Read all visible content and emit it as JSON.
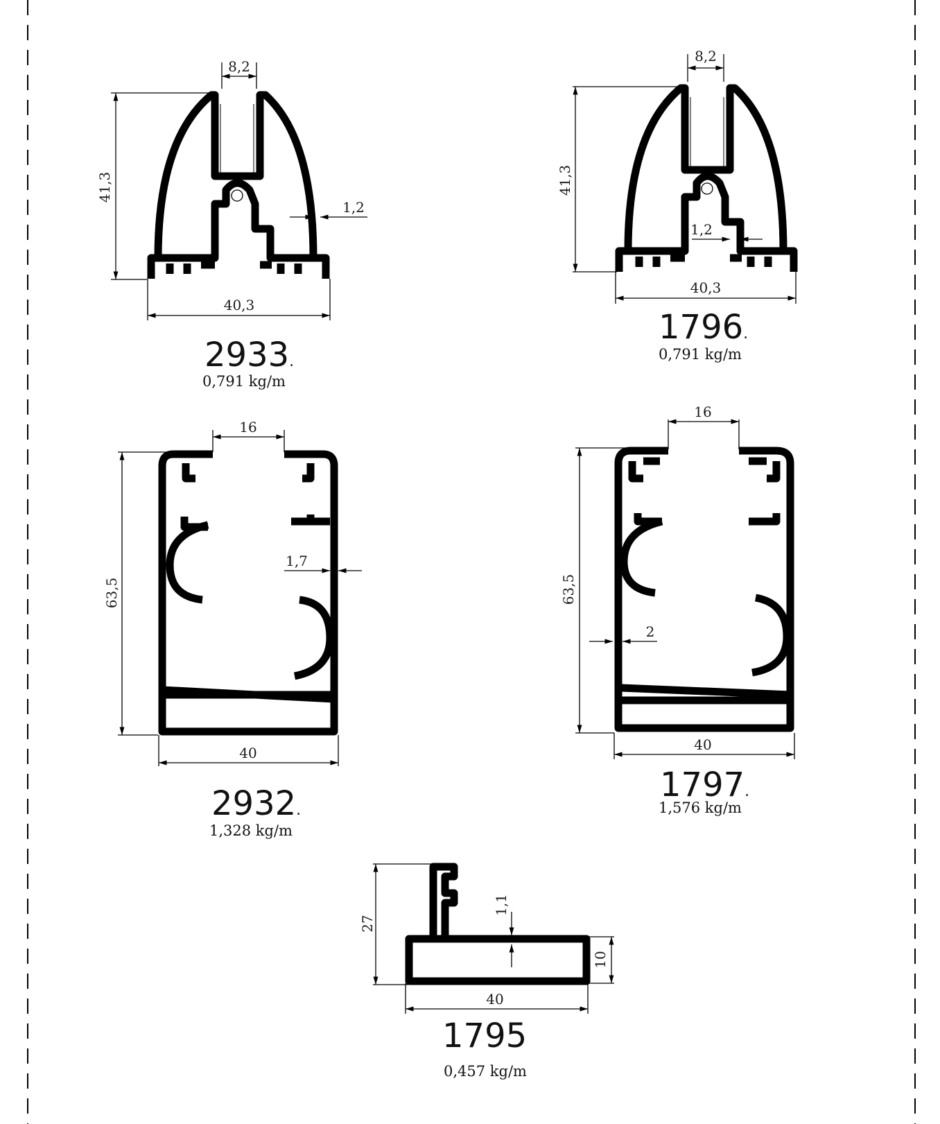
{
  "profiles": [
    {
      "code": "2933",
      "dot": ".",
      "weight": "0,791 kg/m",
      "width": "40,3",
      "height": "41,3",
      "slot": "8,2",
      "wall": "1,2"
    },
    {
      "code": "1796",
      "dot": ".",
      "weight": "0,791 kg/m",
      "width": "40,3",
      "height": "41,3",
      "slot": "8,2",
      "wall": "1,2"
    },
    {
      "code": "2932",
      "dot": ".",
      "weight": "1,328 kg/m",
      "width": "40",
      "height": "63,5",
      "slot": "16",
      "wall": "1,7"
    },
    {
      "code": "1797",
      "dot": ".",
      "weight": "1,576 kg/m",
      "width": "40",
      "height": "63,5",
      "slot": "16",
      "wall": "2"
    },
    {
      "code": "1795",
      "dot": "",
      "weight": "0,457 kg/m",
      "width": "40",
      "height": "27",
      "depth": "10",
      "wall": "1,1"
    }
  ]
}
